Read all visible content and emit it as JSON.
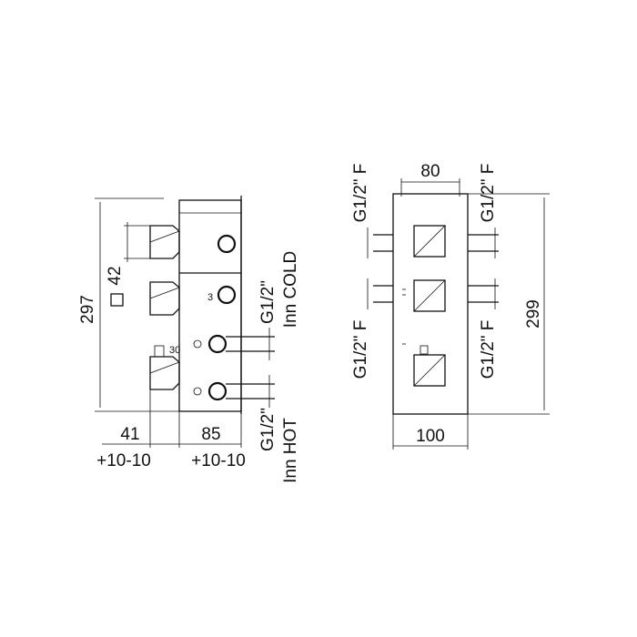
{
  "side_view": {
    "height_label": "297",
    "knob_label": "42",
    "depth_front_label": "41",
    "depth_front_tolerance": "+10-10",
    "depth_body_label": "85",
    "depth_body_tolerance": "+10-10",
    "port_number_label": "3",
    "cold_connection_label": "G1/2\"",
    "cold_inlet_label": "Inn COLD",
    "hot_connection_label": "G1/2\"",
    "hot_inlet_label": "Inn HOT"
  },
  "front_view": {
    "width_top_label": "80",
    "width_bottom_label": "100",
    "height_label": "299",
    "outlet_top_left_label": "G1/2\" F",
    "outlet_top_right_label": "G1/2\" F",
    "outlet_bottom_left_label": "G1/2\" F",
    "outlet_bottom_right_label": "G1/2\" F"
  }
}
